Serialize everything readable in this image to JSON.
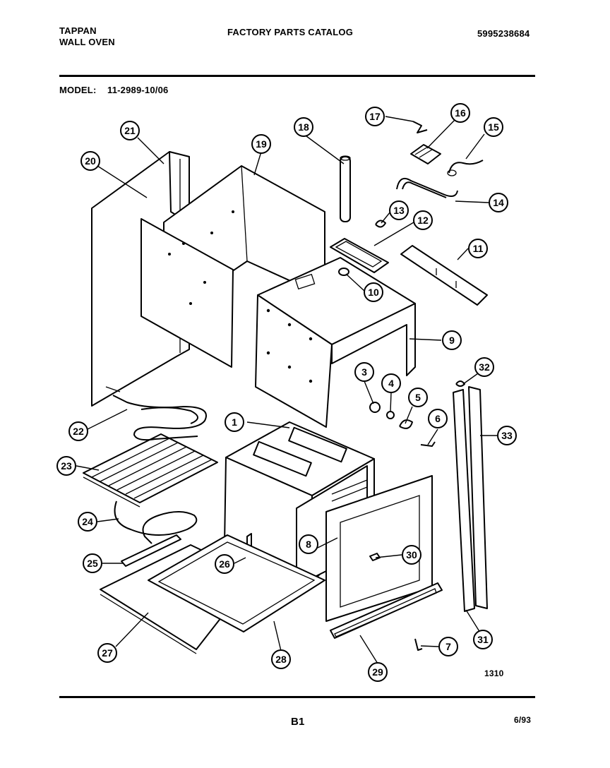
{
  "header": {
    "brand": "TAPPAN",
    "product": "WALL OVEN",
    "catalog_title": "FACTORY PARTS CATALOG",
    "catalog_number": "5995238684",
    "model_label": "MODEL:",
    "model_number": "11-2989-10/06"
  },
  "diagram": {
    "callouts": [
      "1",
      "3",
      "4",
      "5",
      "6",
      "7",
      "8",
      "9",
      "10",
      "11",
      "12",
      "13",
      "14",
      "15",
      "16",
      "17",
      "18",
      "19",
      "20",
      "21",
      "22",
      "23",
      "24",
      "25",
      "26",
      "27",
      "28",
      "29",
      "30",
      "31",
      "32",
      "33"
    ],
    "figure_code": "1310"
  },
  "footer": {
    "page": "B1",
    "date": "6/93"
  }
}
